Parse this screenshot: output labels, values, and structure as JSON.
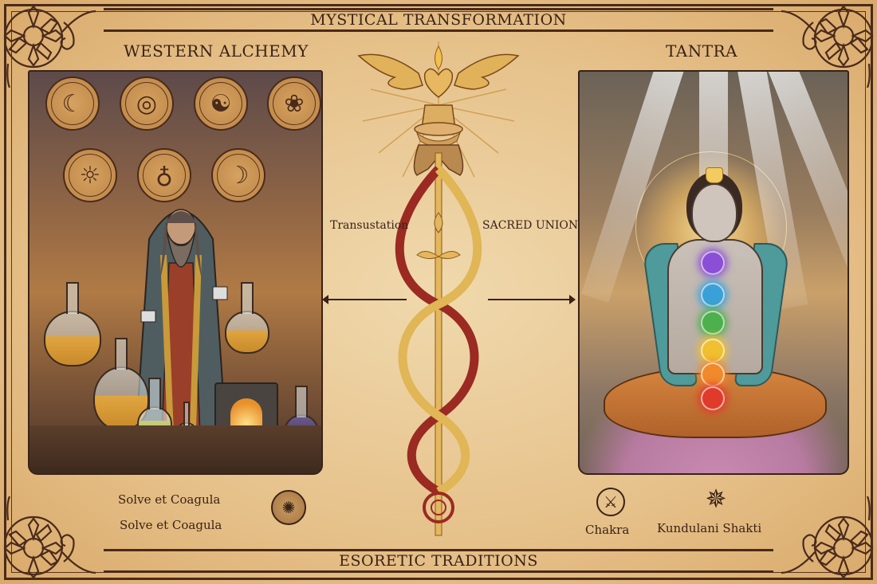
{
  "header": {
    "title": "MYSTICAL TRANSFORMATION"
  },
  "footer": {
    "title": "ESORETIC TRADITIONS"
  },
  "left_section": {
    "title": "WESTERN ALCHEMY",
    "medallions": [
      "☾",
      "◎",
      "☯",
      "❀",
      "☼",
      "♁",
      "☽"
    ],
    "captions": [
      "Solve et Coagula",
      "Solve et Coagula"
    ],
    "symbol": "wheel-medallion",
    "symbol_glyph": "✺"
  },
  "right_section": {
    "title": "TANTRA",
    "chakra_colors": [
      "#8a4fd6",
      "#3aa0d8",
      "#4cb04c",
      "#f0c030",
      "#f08a2a",
      "#e03a2a"
    ],
    "labels": [
      {
        "text": "Chakra",
        "glyph": "⚔"
      },
      {
        "text": "Kundulani Shakti",
        "glyph": "✵"
      }
    ]
  },
  "center": {
    "left_label": "Transustation",
    "right_label": "SACRED UNION"
  },
  "colors": {
    "parchment": "#e6c18a",
    "ink": "#3a2216",
    "gold": "#d9a84a",
    "crimson": "#9a2a22"
  }
}
